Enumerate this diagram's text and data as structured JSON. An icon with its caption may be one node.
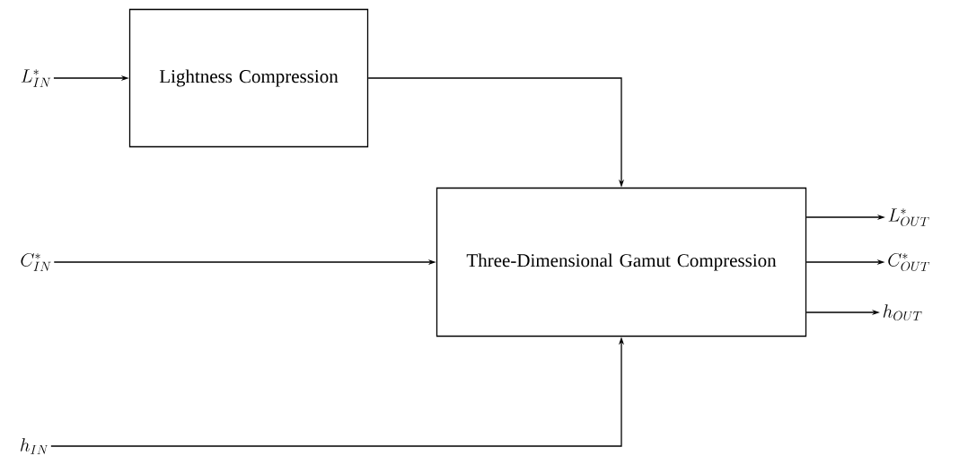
{
  "diagram": {
    "nodes": [
      {
        "text": [
          "L^*_{IN}"
        ]
      },
      {
        "text": [
          "Lightness Compression"
        ]
      },
      {
        "text": [
          "C^*_{IN}"
        ]
      },
      {
        "text": [
          "Three-Dimensional Gamut Compression"
        ]
      },
      {
        "text": [
          "h_{IN}"
        ]
      },
      {
        "text": [
          "L^*_{OUT}"
        ]
      },
      {
        "text": [
          "C^*_{OUT}"
        ]
      },
      {
        "text": [
          "h_{OUT}"
        ]
      }
    ],
    "edges": [
      {
        "from": 0,
        "to": 1,
        "arrow": "to"
      },
      {
        "from": 1,
        "to": 3,
        "arrow": "to"
      },
      {
        "from": 2,
        "to": 3,
        "arrow": "to"
      },
      {
        "from": 4,
        "to": 3,
        "arrow": "to"
      },
      {
        "from": 3,
        "to": 5,
        "arrow": "to"
      },
      {
        "from": 3,
        "to": 6,
        "arrow": "to"
      },
      {
        "from": 3,
        "to": 7,
        "arrow": "to"
      }
    ]
  }
}
